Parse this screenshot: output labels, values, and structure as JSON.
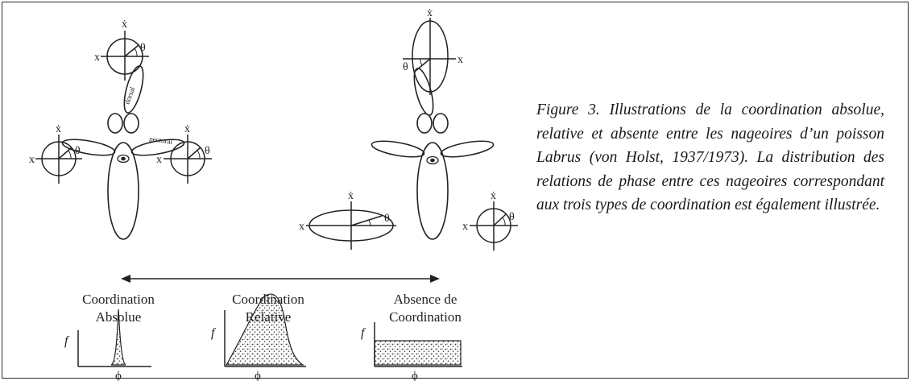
{
  "figure": {
    "caption": "Figure 3. Illustrations de la coordination absolue, relative et absente entre les nageoires d’un poisson Labrus (von Holst, 1937/1973). La distribution des relations de phase entre ces nageoires correspondant aux trois types de coordination est également illustrée.",
    "axis_symbols": {
      "x": "x",
      "x_dot": "ẋ",
      "theta": "θ",
      "f": "f",
      "phi": "ϕ"
    },
    "fish_labels": {
      "dorsal": "dorsal",
      "pectoral": "pectoral"
    },
    "panels": [
      {
        "line1": "Coordination",
        "line2": "Absolue"
      },
      {
        "line1": "Coordination",
        "line2": "Relative"
      },
      {
        "line1": "Absence de",
        "line2": "Coordination"
      }
    ]
  }
}
